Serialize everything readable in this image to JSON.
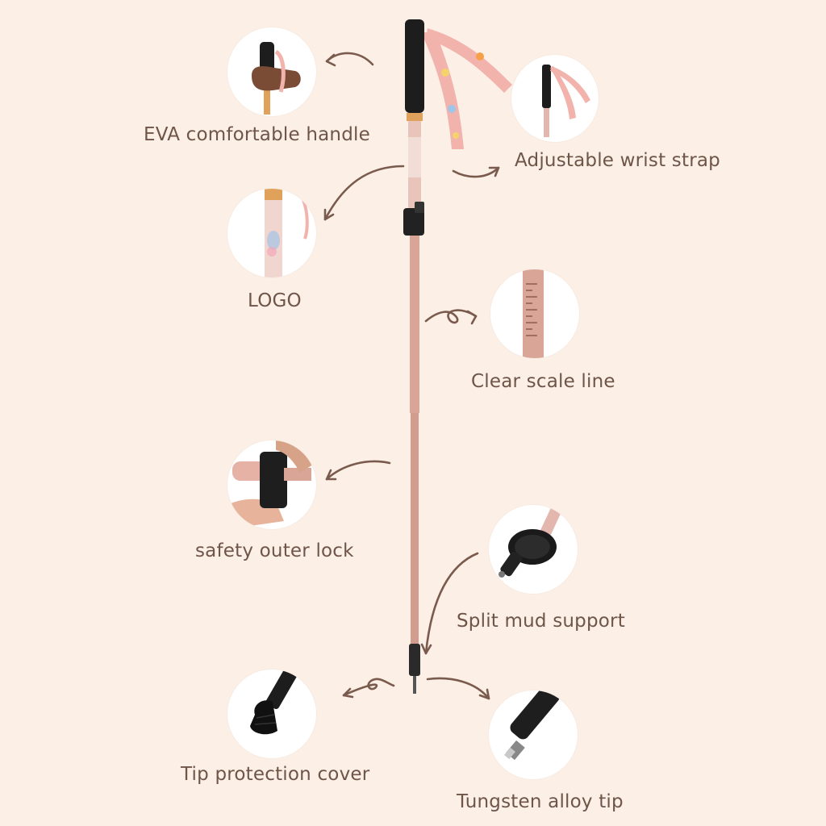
{
  "colors": {
    "background": "#fbefe6",
    "label_text": "#6e5548",
    "arrow": "#7a5a4c",
    "pole_pink": "#dba698",
    "strap_pink": "#f2b3ad"
  },
  "features": {
    "handle": {
      "label": "EVA comfortable handle",
      "icon": "handle-icon"
    },
    "strap": {
      "label": "Adjustable wrist strap",
      "icon": "strap-icon"
    },
    "logo": {
      "label": "LOGO",
      "icon": "logo-icon"
    },
    "scale": {
      "label": "Clear scale line",
      "icon": "scale-icon"
    },
    "lock": {
      "label": "safety outer lock",
      "icon": "lock-icon"
    },
    "mud": {
      "label": "Split mud support",
      "icon": "mud-basket-icon"
    },
    "cover": {
      "label": "Tip protection cover",
      "icon": "tip-cover-icon"
    },
    "tip": {
      "label": "Tungsten alloy tip",
      "icon": "tungsten-tip-icon"
    }
  }
}
